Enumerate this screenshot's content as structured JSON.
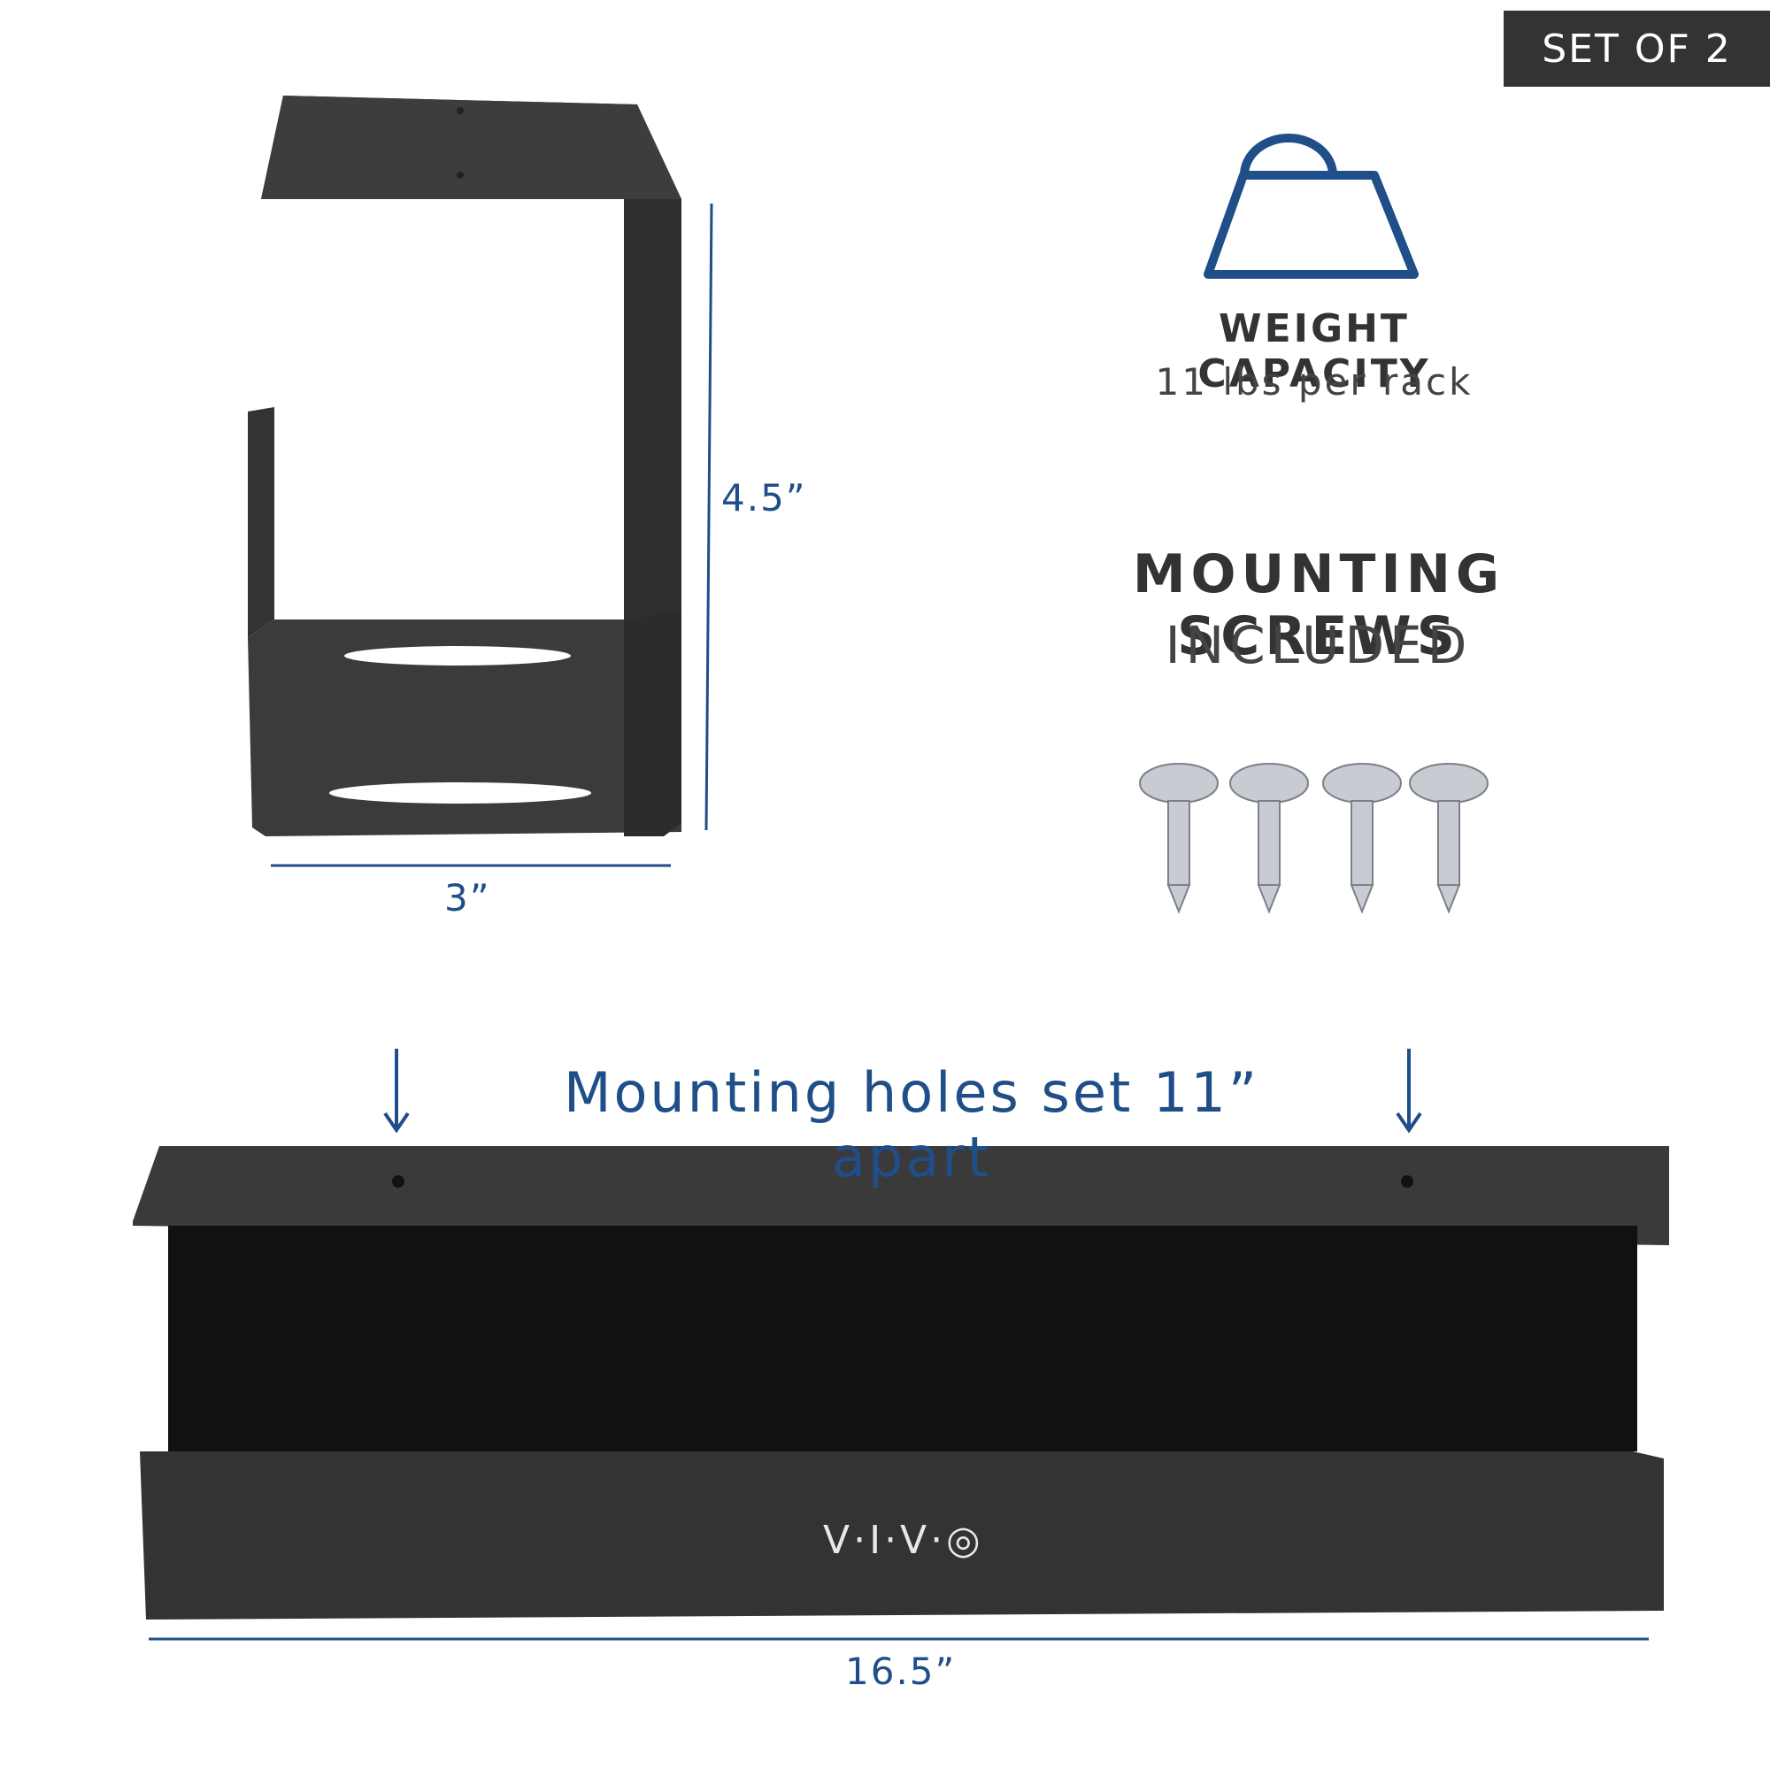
{
  "badge": {
    "label": "SET OF 2"
  },
  "bracket": {
    "height_label": "4.5”",
    "width_label": "3”"
  },
  "weight": {
    "icon": "weight-icon",
    "title": "WEIGHT CAPACITY",
    "subtitle": "11 lbs per rack"
  },
  "screws": {
    "title": "MOUNTING SCREWS",
    "subtitle": "INCLUDED",
    "count": 4
  },
  "tray": {
    "holes_label": "Mounting holes set 11” apart",
    "length_label": "16.5”",
    "logo": "V·I·V·◎"
  },
  "colors": {
    "accent": "#1f4e89",
    "badge_bg": "#333333",
    "metal": "#3a3a3a",
    "text": "#333333"
  }
}
